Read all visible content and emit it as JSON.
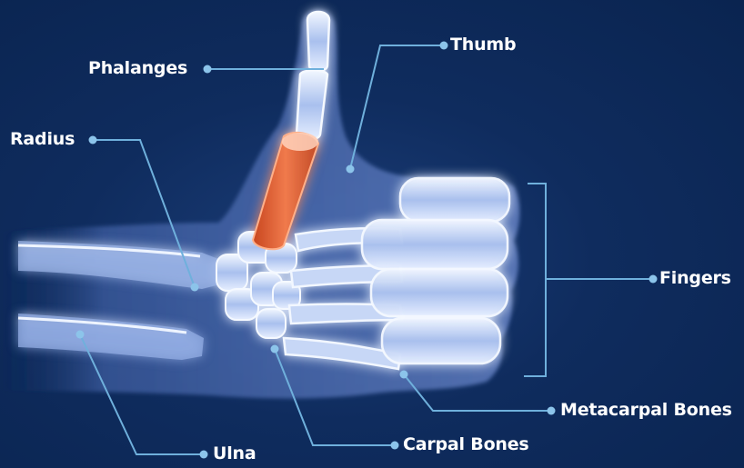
{
  "diagram": {
    "labels": {
      "phalanges": "Phalanges",
      "thumb": "Thumb",
      "radius": "Radius",
      "fingers": "Fingers",
      "metacarpal": "Metacarpal Bones",
      "ulna": "Ulna",
      "carpal": "Carpal Bones"
    },
    "colors": {
      "background": "#0f2c5e",
      "bone": "#dbe8ff",
      "bone_glow": "#9fb9ec",
      "highlight_bone": "#e5653a",
      "leader_line": "#6fb0dc",
      "label_text": "#ffffff"
    }
  }
}
